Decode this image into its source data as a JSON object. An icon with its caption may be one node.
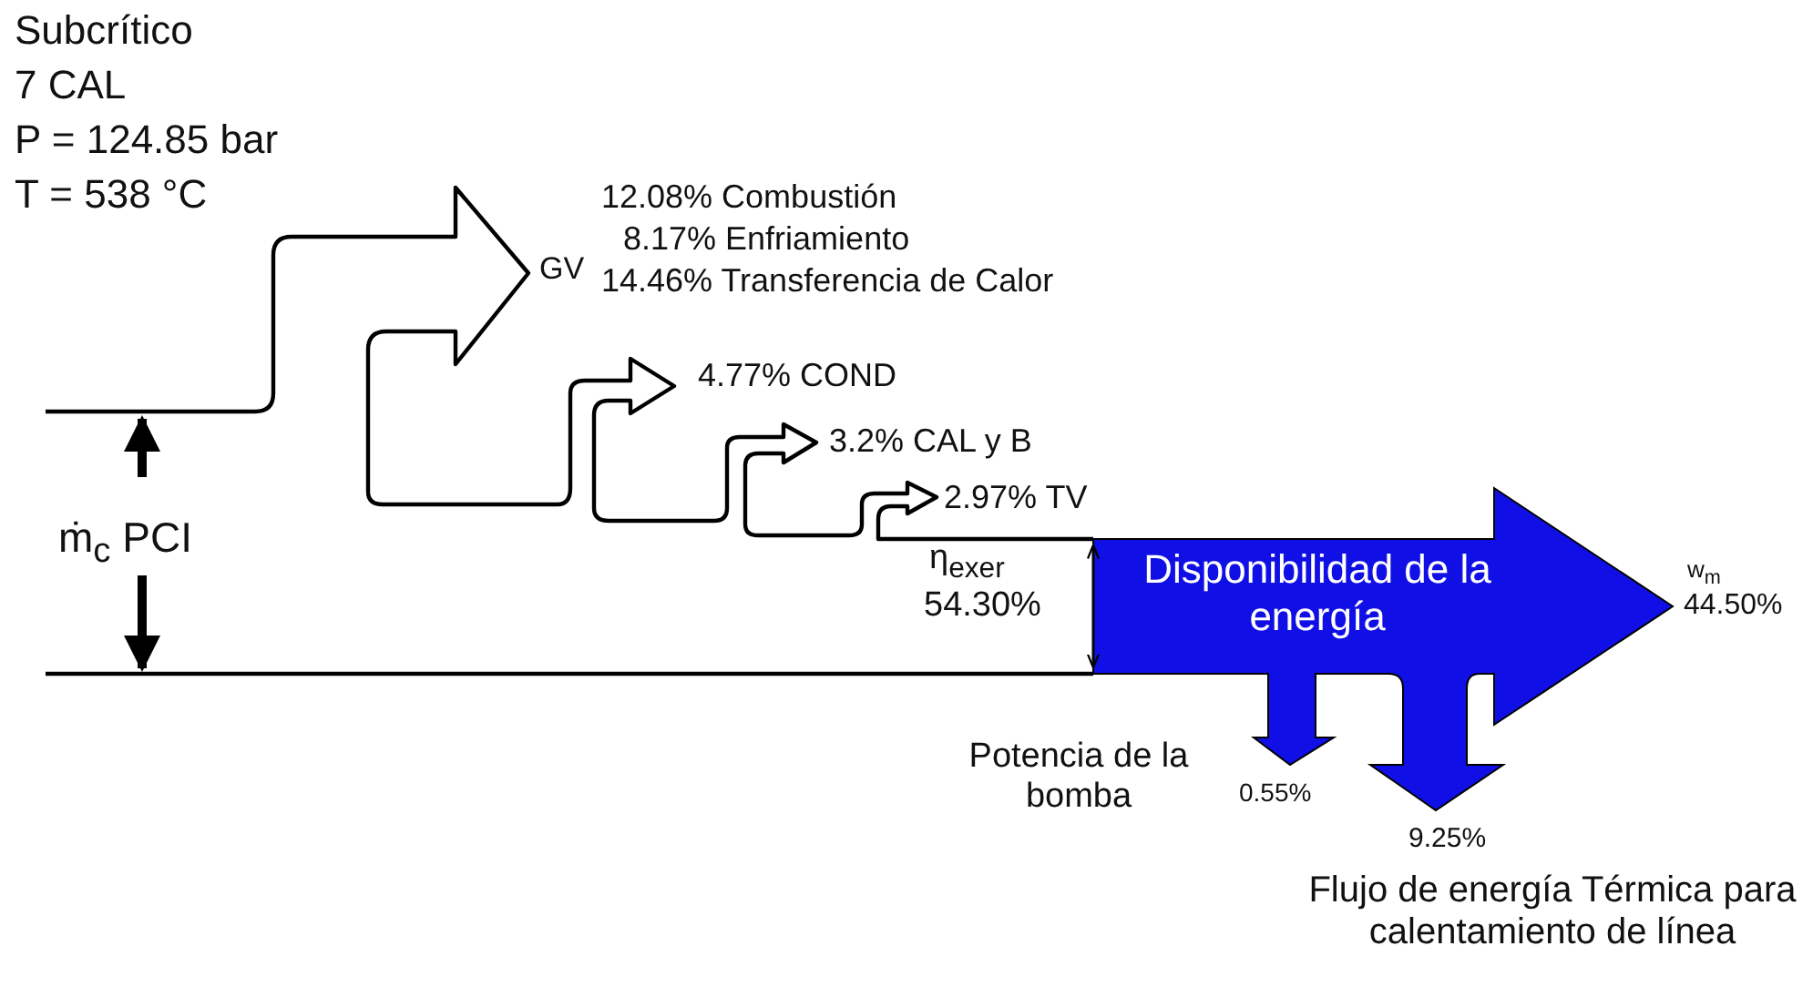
{
  "diagram": {
    "nodes": [
      {
        "text": [
          "Disponibilidad de la energía"
        ]
      }
    ],
    "labels": [
      "Subcrítico",
      "7 CAL",
      "P = 124.85 bar",
      "T = 538 °C",
      "GV",
      "12.08% Combustión",
      "8.17% Enfriamiento",
      "14.46% Transferencia de Calor",
      "4.77% COND",
      "3.2% CAL y B",
      "2.97% TV",
      "ṁ$_{c}$ PCI",
      "η$_{exer}$",
      "54.30%",
      "w$_{m}$",
      "44.50%",
      "Potencia de la bomba",
      "0.55%",
      "9.25%",
      "Flujo de energía Térmica para calentamiento de línea"
    ]
  }
}
